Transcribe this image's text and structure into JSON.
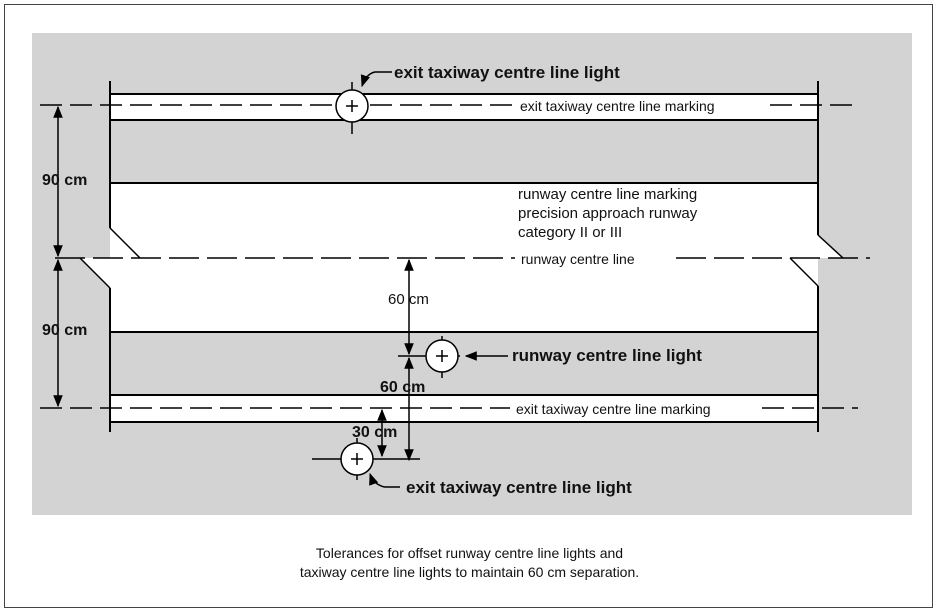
{
  "labels": {
    "exit_taxiway_light_top": "exit taxiway centre line light",
    "exit_taxiway_marking_top": "exit taxiway centre line marking",
    "dim_90_top": "90 cm",
    "runway_marking_line1": "runway centre line marking",
    "runway_marking_line2": "precision approach runway",
    "runway_marking_line3": "category II or III",
    "runway_centre_line": "runway centre line",
    "dim_60_upper": "60 cm",
    "dim_90_bottom": "90 cm",
    "runway_centre_light": "runway centre line light",
    "dim_60_lower": "60 cm",
    "exit_taxiway_marking_bottom": "exit taxiway centre line marking",
    "dim_30": "30 cm",
    "exit_taxiway_light_bottom": "exit taxiway centre line light"
  },
  "caption": {
    "line1": "Tolerances for offset runway centre line lights and",
    "line2": "taxiway centre line lights to maintain 60 cm separation."
  },
  "colors": {
    "background_panel": "#d3d3d3",
    "runway_marking": "#ffffff",
    "lines": "#000000"
  }
}
